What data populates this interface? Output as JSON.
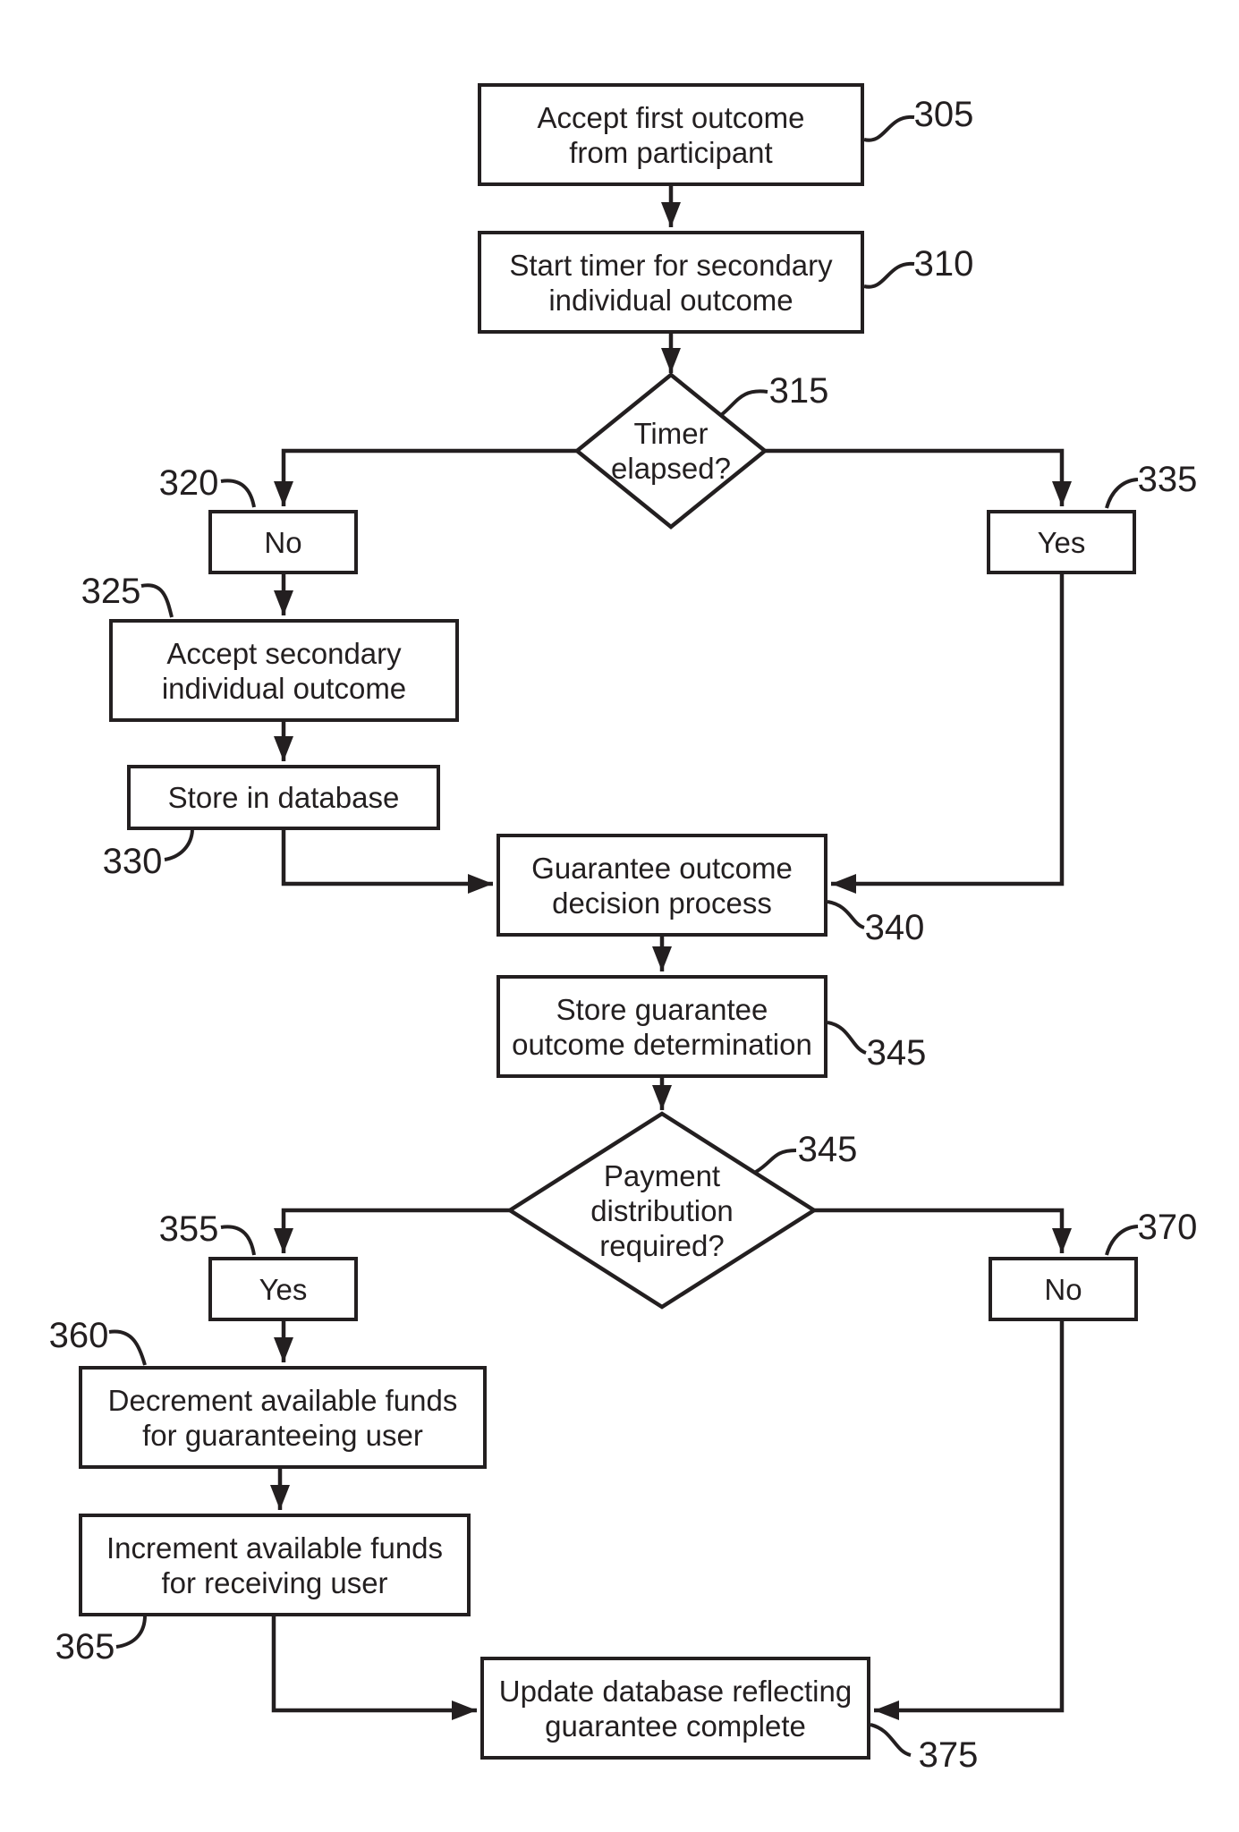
{
  "figure": {
    "colors": {
      "ink": "#231f20",
      "background": "#ffffff"
    },
    "nodes": {
      "box305": {
        "ref": "305",
        "text": "Accept first outcome\nfrom participant"
      },
      "box310": {
        "ref": "310",
        "text": "Start timer for secondary\nindividual outcome"
      },
      "diamond315": {
        "ref": "315",
        "text": "Timer\nelapsed?"
      },
      "box320": {
        "ref": "320",
        "text": "No"
      },
      "box325": {
        "ref": "325",
        "text": "Accept secondary\nindividual outcome"
      },
      "box330": {
        "ref": "330",
        "text": "Store in database"
      },
      "box335": {
        "ref": "335",
        "text": "Yes"
      },
      "box340": {
        "ref": "340",
        "text": "Guarantee outcome\ndecision process"
      },
      "box345": {
        "ref": "345",
        "text": "Store guarantee\noutcome determination"
      },
      "diamond350": {
        "ref": "345",
        "text": "Payment\ndistribution\nrequired?"
      },
      "box355": {
        "ref": "355",
        "text": "Yes"
      },
      "box360": {
        "ref": "360",
        "text": "Decrement available funds\nfor guaranteeing user"
      },
      "box365": {
        "ref": "365",
        "text": "Increment available funds\nfor receiving user"
      },
      "box370": {
        "ref": "370",
        "text": "No"
      },
      "box375": {
        "ref": "375",
        "text": "Update database reflecting\nguarantee complete"
      }
    },
    "flow": [
      "305→310",
      "310→315",
      "315→320",
      "315→335",
      "320→325",
      "325→330",
      "330→340",
      "335→340",
      "340→345",
      "345→350",
      "350→355",
      "350→370",
      "355→360",
      "360→365",
      "365→375",
      "370→375"
    ]
  }
}
